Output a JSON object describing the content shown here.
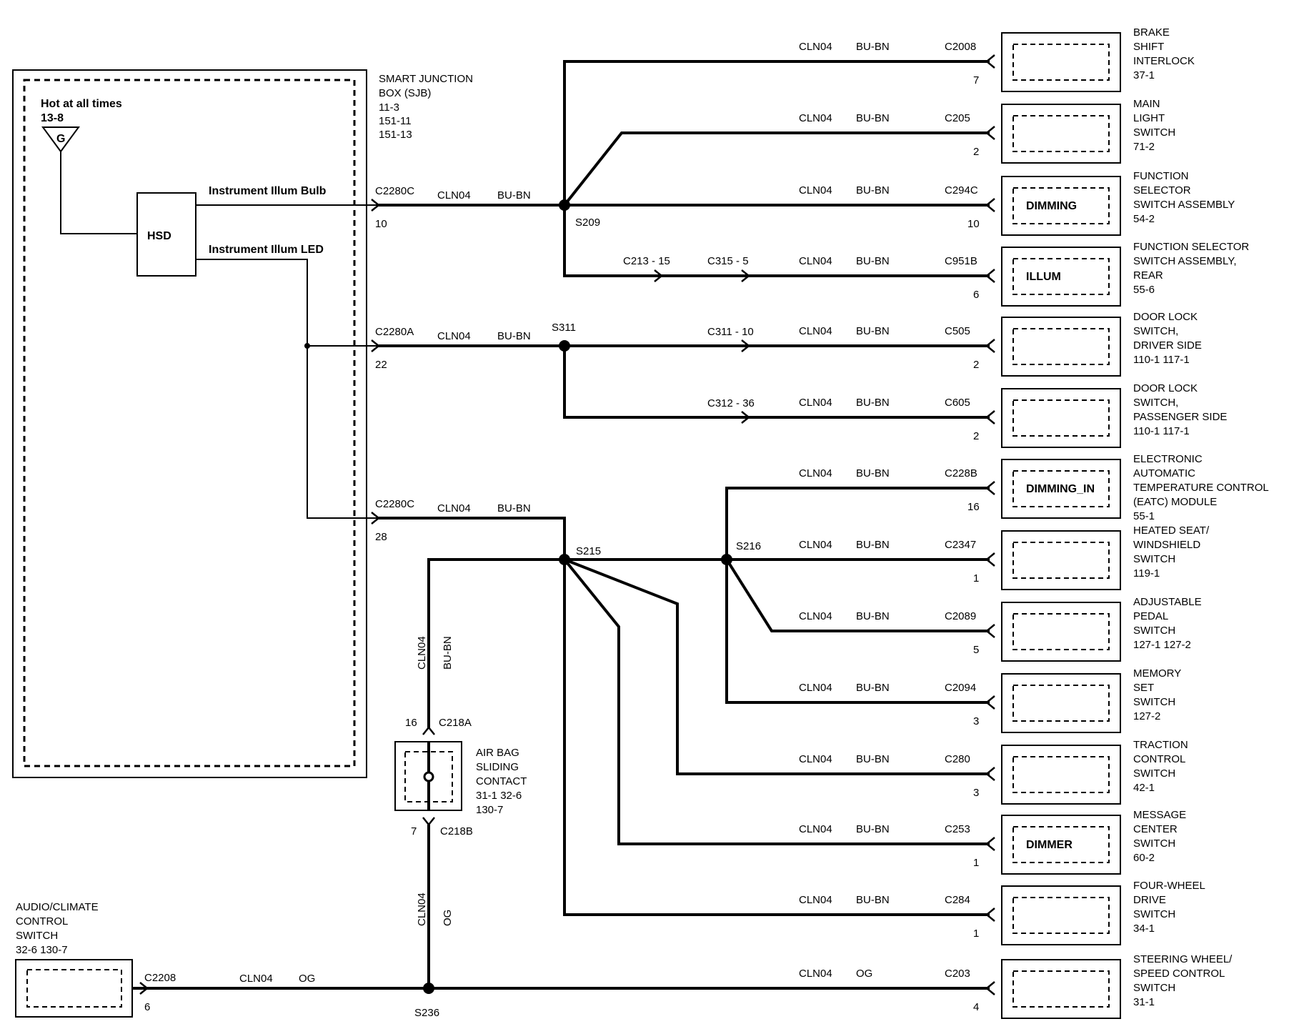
{
  "sjb": {
    "title": "SMART  JUNCTION",
    "title2": "BOX (SJB)",
    "refs": [
      "11-3",
      "151-11",
      "151-13"
    ],
    "hot_label": "Hot at all times",
    "hot_ref": "13-8",
    "fuse_symbol": "G",
    "hsd": "HSD",
    "bulb_label": "Instrument Illum Bulb",
    "led_label": "Instrument Illum LED"
  },
  "sjb_connectors": [
    {
      "name": "C2280C",
      "pin": "10"
    },
    {
      "name": "C2280A",
      "pin": "22"
    },
    {
      "name": "C2280C",
      "pin": "28"
    }
  ],
  "trunk_wires": [
    {
      "circuit": "CLN04",
      "color": "BU-BN"
    },
    {
      "circuit": "CLN04",
      "color": "BU-BN"
    },
    {
      "circuit": "CLN04",
      "color": "BU-BN"
    }
  ],
  "splices": [
    "S209",
    "S311",
    "S215",
    "S216",
    "S236"
  ],
  "inline_connectors": [
    "C213 - 15",
    "C315 - 5",
    "C311 - 10",
    "C312 - 36"
  ],
  "branches": [
    {
      "circuit": "CLN04",
      "color": "BU-BN",
      "connector": "C2008",
      "pin": "7",
      "inner": "",
      "label": [
        "BRAKE",
        "SHIFT",
        "INTERLOCK",
        "37-1"
      ]
    },
    {
      "circuit": "CLN04",
      "color": "BU-BN",
      "connector": "C205",
      "pin": "2",
      "inner": "",
      "label": [
        "MAIN",
        "LIGHT",
        "SWITCH",
        "71-2"
      ]
    },
    {
      "circuit": "CLN04",
      "color": "BU-BN",
      "connector": "C294C",
      "pin": "10",
      "inner": "DIMMING",
      "label": [
        "FUNCTION",
        "SELECTOR",
        "SWITCH ASSEMBLY",
        "54-2"
      ]
    },
    {
      "circuit": "CLN04",
      "color": "BU-BN",
      "connector": "C951B",
      "pin": "6",
      "inner": "ILLUM",
      "label": [
        "FUNCTION SELECTOR",
        "SWITCH ASSEMBLY,",
        "REAR",
        "55-6"
      ]
    },
    {
      "circuit": "CLN04",
      "color": "BU-BN",
      "connector": "C505",
      "pin": "2",
      "inner": "",
      "label": [
        "DOOR LOCK",
        "SWITCH,",
        "DRIVER SIDE",
        "110-1      117-1"
      ]
    },
    {
      "circuit": "CLN04",
      "color": "BU-BN",
      "connector": "C605",
      "pin": "2",
      "inner": "",
      "label": [
        "DOOR LOCK",
        "SWITCH,",
        "PASSENGER SIDE",
        "110-1      117-1"
      ]
    },
    {
      "circuit": "CLN04",
      "color": "BU-BN",
      "connector": "C228B",
      "pin": "16",
      "inner": "DIMMING_IN",
      "label": [
        "ELECTRONIC",
        "AUTOMATIC",
        "TEMPERATURE CONTROL",
        "(EATC) MODULE",
        "55-1"
      ]
    },
    {
      "circuit": "CLN04",
      "color": "BU-BN",
      "connector": "C2347",
      "pin": "1",
      "inner": "",
      "label": [
        "HEATED SEAT/",
        "WINDSHIELD",
        "SWITCH",
        "119-1"
      ]
    },
    {
      "circuit": "CLN04",
      "color": "BU-BN",
      "connector": "C2089",
      "pin": "5",
      "inner": "",
      "label": [
        "ADJUSTABLE",
        "PEDAL",
        "SWITCH",
        "127-1      127-2"
      ]
    },
    {
      "circuit": "CLN04",
      "color": "BU-BN",
      "connector": "C2094",
      "pin": "3",
      "inner": "",
      "label": [
        "MEMORY",
        "SET",
        "SWITCH",
        "127-2"
      ]
    },
    {
      "circuit": "CLN04",
      "color": "BU-BN",
      "connector": "C280",
      "pin": "3",
      "inner": "",
      "label": [
        "TRACTION",
        "CONTROL",
        "SWITCH",
        "42-1"
      ]
    },
    {
      "circuit": "CLN04",
      "color": "BU-BN",
      "connector": "C253",
      "pin": "1",
      "inner": "DIMMER",
      "label": [
        "MESSAGE",
        "CENTER",
        "SWITCH",
        "60-2"
      ]
    },
    {
      "circuit": "CLN04",
      "color": "BU-BN",
      "connector": "C284",
      "pin": "1",
      "inner": "",
      "label": [
        "FOUR-WHEEL",
        "DRIVE",
        "SWITCH",
        "34-1"
      ]
    },
    {
      "circuit": "CLN04",
      "color": "OG",
      "connector": "C203",
      "pin": "4",
      "inner": "",
      "label": [
        "STEERING WHEEL/",
        "SPEED CONTROL",
        "SWITCH",
        "31-1"
      ]
    }
  ],
  "airbag": {
    "upper_wire": {
      "circuit": "CLN04",
      "color": "BU-BN"
    },
    "lower_wire": {
      "circuit": "CLN04",
      "color": "OG"
    },
    "upper_conn": "C218A",
    "upper_pin": "16",
    "lower_conn": "C218B",
    "lower_pin": "7",
    "label": [
      "AIR BAG",
      "SLIDING",
      "CONTACT",
      "31-1      32-6",
      "130-7"
    ]
  },
  "audio": {
    "label": [
      "AUDIO/CLIMATE",
      "CONTROL",
      "SWITCH",
      "32-6      130-7"
    ],
    "connector": "C2208",
    "pin": "6",
    "wire": {
      "circuit": "CLN04",
      "color": "OG"
    }
  }
}
